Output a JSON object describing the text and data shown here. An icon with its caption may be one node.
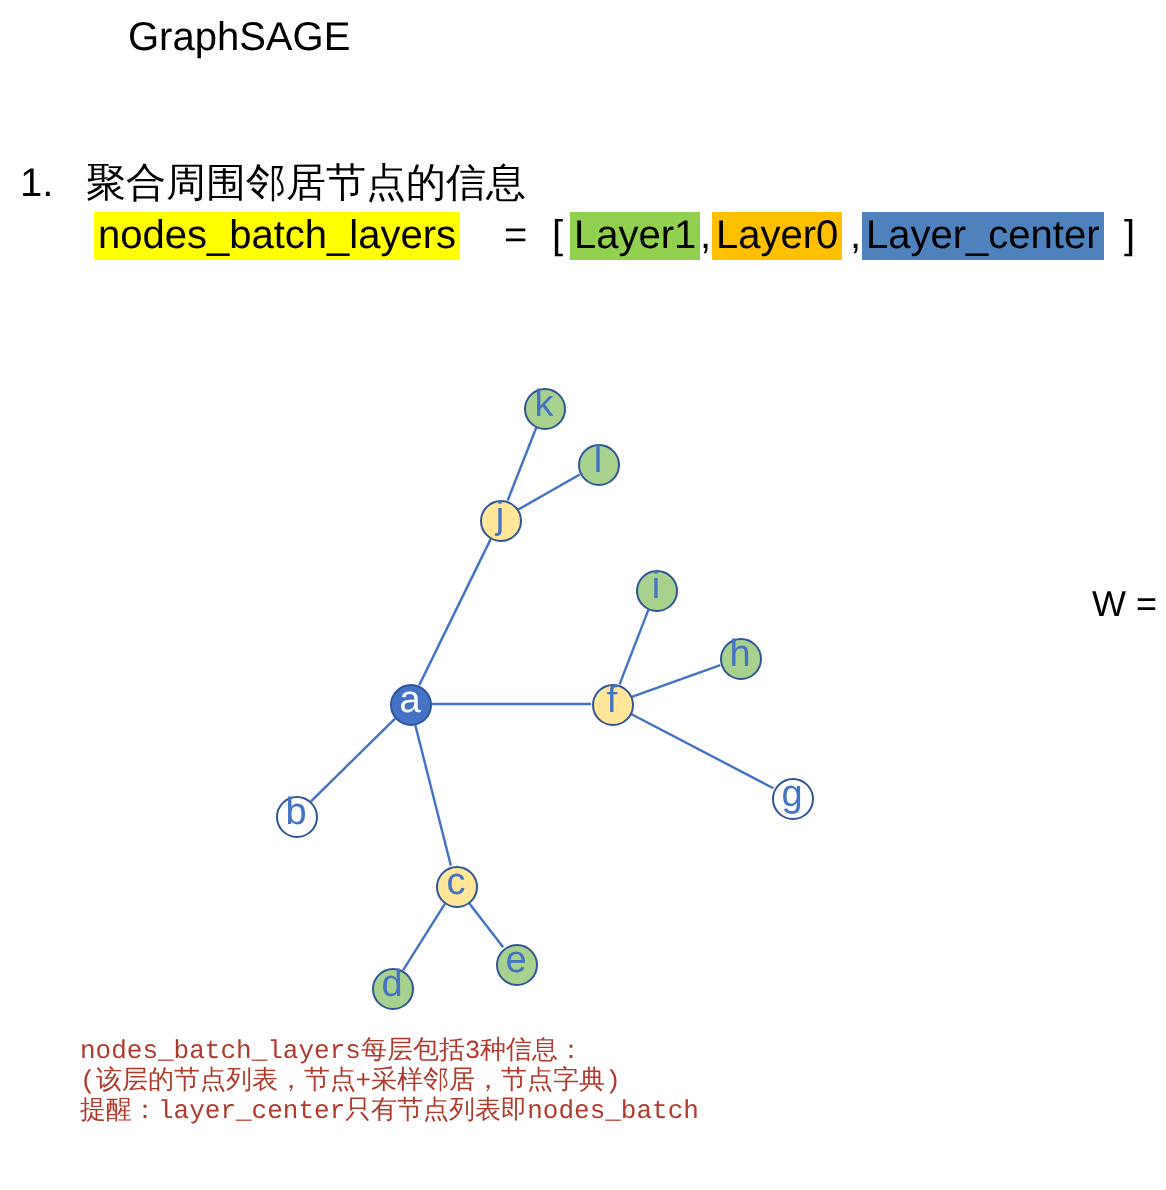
{
  "diagram": {
    "title": "GraphSAGE",
    "nodes": [
      {
        "text": [
          "k"
        ]
      },
      {
        "text": [
          "l"
        ]
      },
      {
        "text": [
          "j"
        ]
      },
      {
        "text": [
          "i"
        ]
      },
      {
        "text": [
          "h"
        ]
      },
      {
        "text": [
          "a"
        ]
      },
      {
        "text": [
          "f"
        ]
      },
      {
        "text": [
          "g"
        ]
      },
      {
        "text": [
          "b"
        ]
      },
      {
        "text": [
          "c"
        ]
      },
      {
        "text": [
          "e"
        ]
      },
      {
        "text": [
          "d"
        ]
      }
    ],
    "edges": [
      {
        "from": 2,
        "to": 0,
        "arrow": "none"
      },
      {
        "from": 2,
        "to": 1,
        "arrow": "none"
      },
      {
        "from": 5,
        "to": 2,
        "arrow": "none"
      },
      {
        "from": 6,
        "to": 3,
        "arrow": "none"
      },
      {
        "from": 6,
        "to": 4,
        "arrow": "none"
      },
      {
        "from": 5,
        "to": 6,
        "arrow": "none"
      },
      {
        "from": 5,
        "to": 8,
        "arrow": "none"
      },
      {
        "from": 6,
        "to": 7,
        "arrow": "none"
      },
      {
        "from": 5,
        "to": 9,
        "arrow": "none"
      },
      {
        "from": 9,
        "to": 11,
        "arrow": "none"
      },
      {
        "from": 9,
        "to": 10,
        "arrow": "none"
      }
    ],
    "labels": [
      "1.",
      "聚合周围邻居节点的信息",
      "nodes_batch_layers",
      "=",
      "[",
      "Layer1",
      ",",
      "Layer0",
      ",",
      "Layer_center",
      "]",
      "W =",
      "nodes_batch_layers每层包括3种信息：",
      "(该层的节点列表，节点+采样邻居，节点字典)",
      "提醒：layer_center只有节点列表即nodes_batch"
    ]
  }
}
